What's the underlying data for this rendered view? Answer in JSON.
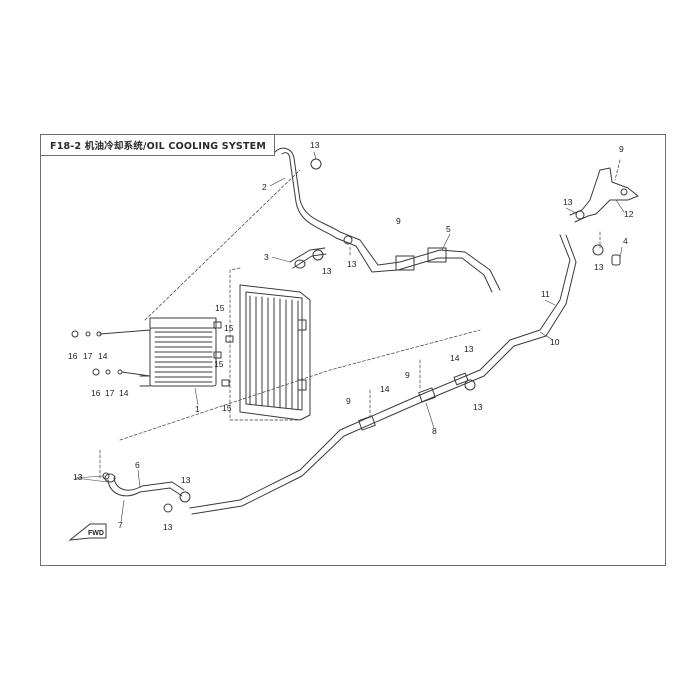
{
  "title": {
    "code": "F18-2",
    "text": "机油冷却系统/OIL COOLING SYSTEM"
  },
  "fwd_label": "FWD",
  "callouts": {
    "p1": "1",
    "p2": "2",
    "p3": "3",
    "p4": "4",
    "p5": "5",
    "p6": "6",
    "p7": "7",
    "p8": "8",
    "p9a": "9",
    "p9b": "9",
    "p9c": "9",
    "p9d": "9",
    "p10": "10",
    "p11": "11",
    "p12": "12",
    "p13a": "13",
    "p13b": "13",
    "p13c": "13",
    "p13d": "13",
    "p13e": "13",
    "p13f": "13",
    "p13g": "13",
    "p13h": "13",
    "p13i": "13",
    "p13j": "13",
    "p14a": "14",
    "p14b": "14",
    "p14c": "14",
    "p14d": "14",
    "p15a": "15",
    "p15b": "15",
    "p15c": "15",
    "p15d": "15",
    "p16a": "16",
    "p16b": "16",
    "p17a": "17",
    "p17b": "17"
  },
  "colors": {
    "line": "#3a3a3a",
    "frame": "#6e6e6e",
    "background": "#ffffff"
  }
}
